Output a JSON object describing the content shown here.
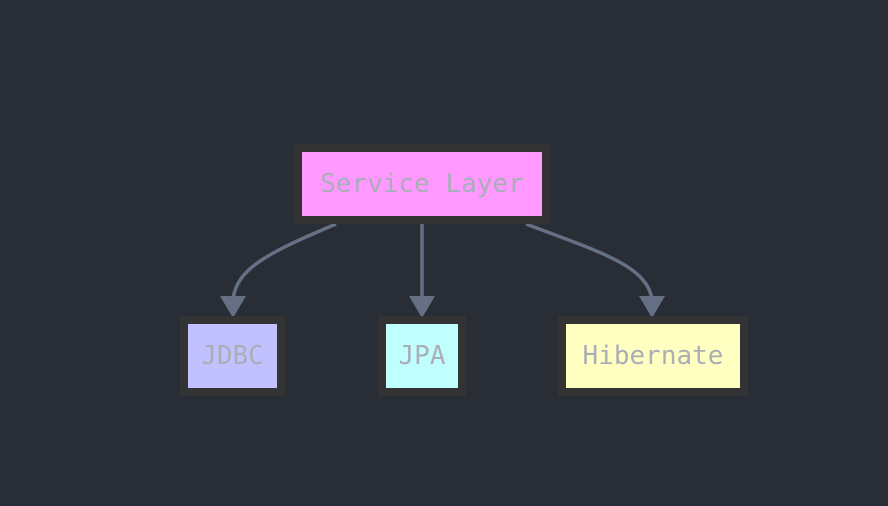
{
  "diagram": {
    "nodes": {
      "service": {
        "label": "Service Layer",
        "fill": "#ff99ff"
      },
      "jdbc": {
        "label": "JDBC",
        "fill": "#c1c1ff"
      },
      "jpa": {
        "label": "JPA",
        "fill": "#c1ffff"
      },
      "hibernate": {
        "label": "Hibernate",
        "fill": "#ffffc1"
      }
    },
    "edges": [
      {
        "from": "Service Layer",
        "to": "JDBC"
      },
      {
        "from": "Service Layer",
        "to": "JPA"
      },
      {
        "from": "Service Layer",
        "to": "Hibernate"
      }
    ],
    "colors": {
      "background": "#292d35",
      "edge": "#657085",
      "node_border": "#333333",
      "label_text": "#a9aeb7"
    }
  }
}
